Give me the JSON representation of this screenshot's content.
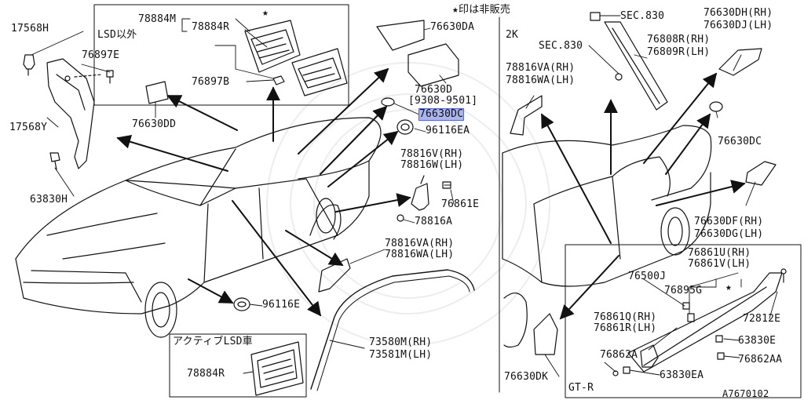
{
  "colors": {
    "line": "#111111",
    "highlight": "#a9b4f0",
    "background": "#ffffff"
  },
  "header": {
    "not_for_sale_note": "★印は非販売"
  },
  "sections": {
    "coupe_2k": "2K",
    "gt_r": "GT-R",
    "box_lsd_other": "LSD以外",
    "box_active_lsd": "アクティブLSD車"
  },
  "figure_id": "A7670102",
  "labels": {
    "p17568H": "17568H",
    "p76897E": "76897E",
    "p17568Y": "17568Y",
    "p63830H": "63830H",
    "p76630DD": "76630DD",
    "p76897B": "76897B",
    "p78884M": "78884M",
    "p78884R_top": "78884R",
    "star_top": "★",
    "p76630DA": "76630DA",
    "p76630D": "76630D",
    "p76630D_range": "[9308-9501]",
    "p76630DC_left": "76630DC",
    "p96116EA": "96116EA",
    "p78816V": "78816V(RH)",
    "p78816W": "78816W(LH)",
    "p76861E": "76861E",
    "p78816A": "78816A",
    "p78816VA_left": "78816VA(RH)",
    "p78816WA_left": "78816WA(LH)",
    "p96116E": "96116E",
    "p73580M": "73580M(RH)",
    "p73581M": "73581M(LH)",
    "p78884R_bottom": "78884R",
    "sec830_top": "SEC.830",
    "sec830_mid": "SEC.830",
    "p76630DH": "76630DH(RH)",
    "p76630DJ": "76630DJ(LH)",
    "p76808R": "76808R(RH)",
    "p76809R": "76809R(LH)",
    "p78816VA_right": "78816VA(RH)",
    "p78816WA_right": "78816WA(LH)",
    "p76630DC_right": "76630DC",
    "p76630DF": "76630DF(RH)",
    "p76630DG": "76630DG(LH)",
    "p76861U": "76861U(RH)",
    "p76861V": "76861V(LH)",
    "p76500J": "76500J",
    "p76895G": "76895G",
    "star_right": "★",
    "p76861Q": "76861Q(RH)",
    "p76861R": "76861R(LH)",
    "p72812E": "72812E",
    "p63830E": "63830E",
    "p76862A": "76862A",
    "p76862AA": "76862AA",
    "p63830EA": "63830EA",
    "p76630DK": "76630DK"
  }
}
